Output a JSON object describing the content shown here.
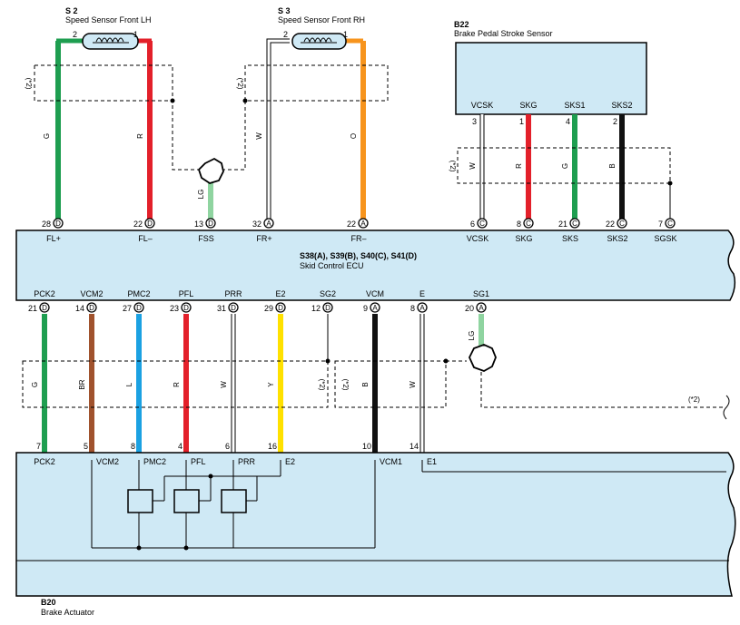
{
  "components": {
    "s2": {
      "id": "S 2",
      "name": "Speed Sensor Front LH",
      "pins": [
        "2",
        "1"
      ]
    },
    "s3": {
      "id": "S 3",
      "name": "Speed Sensor Front RH",
      "pins": [
        "2",
        "1"
      ]
    },
    "b22": {
      "id": "B22",
      "name": "Brake Pedal Stroke Sensor",
      "terminals": [
        "VCSK",
        "SKG",
        "SKS1",
        "SKS2"
      ],
      "pins": [
        "3",
        "1",
        "4",
        "2"
      ]
    },
    "ecu": {
      "id": "S38(A), S39(B), S40(C), S41(D)",
      "name": "Skid Control ECU"
    },
    "b20": {
      "id": "B20",
      "name": "Brake Actuator"
    }
  },
  "wire_colors": {
    "G": "#1e9e50",
    "R": "#e3202a",
    "W": "#ffffff",
    "O": "#f7941d",
    "B": "#111111",
    "LG": "#8fd4a0",
    "BR": "#a0522d",
    "L": "#1ba1e2",
    "Y": "#ffe100"
  },
  "ecu_top_terminals": [
    {
      "pin": "28",
      "conn": "D",
      "name": "FL+",
      "wire": "G"
    },
    {
      "pin": "22",
      "conn": "D",
      "name": "FL–",
      "wire": "R"
    },
    {
      "pin": "13",
      "conn": "D",
      "name": "FSS",
      "wire": "LG"
    },
    {
      "pin": "32",
      "conn": "A",
      "name": "FR+",
      "wire": "W"
    },
    {
      "pin": "22",
      "conn": "A",
      "name": "FR–",
      "wire": "O"
    },
    {
      "pin": "6",
      "conn": "C",
      "name": "VCSK",
      "wire": "W"
    },
    {
      "pin": "8",
      "conn": "C",
      "name": "SKG",
      "wire": "R"
    },
    {
      "pin": "21",
      "conn": "C",
      "name": "SKS",
      "wire": "G"
    },
    {
      "pin": "22",
      "conn": "C",
      "name": "SKS2",
      "wire": "B"
    },
    {
      "pin": "7",
      "conn": "C",
      "name": "SGSK",
      "wire": ""
    }
  ],
  "ecu_bottom_terminals": [
    {
      "pin": "21",
      "conn": "D",
      "name": "PCK2",
      "wire": "G"
    },
    {
      "pin": "14",
      "conn": "D",
      "name": "VCM2",
      "wire": "BR"
    },
    {
      "pin": "27",
      "conn": "D",
      "name": "PMC2",
      "wire": "L"
    },
    {
      "pin": "23",
      "conn": "D",
      "name": "PFL",
      "wire": "R"
    },
    {
      "pin": "31",
      "conn": "D",
      "name": "PRR",
      "wire": "W"
    },
    {
      "pin": "29",
      "conn": "D",
      "name": "E2",
      "wire": "Y"
    },
    {
      "pin": "12",
      "conn": "D",
      "name": "SG2",
      "wire": ""
    },
    {
      "pin": "9",
      "conn": "A",
      "name": "VCM",
      "wire": "B"
    },
    {
      "pin": "8",
      "conn": "A",
      "name": "E",
      "wire": "W"
    },
    {
      "pin": "20",
      "conn": "A",
      "name": "SG1",
      "wire": "LG"
    }
  ],
  "actuator_terminals": [
    {
      "pin": "7",
      "name": "PCK2"
    },
    {
      "pin": "5",
      "name": "VCM2"
    },
    {
      "pin": "8",
      "name": "PMC2"
    },
    {
      "pin": "4",
      "name": "PFL"
    },
    {
      "pin": "6",
      "name": "PRR"
    },
    {
      "pin": "16",
      "name": "E2"
    },
    {
      "pin": "10",
      "name": "VCM1"
    },
    {
      "pin": "14",
      "name": "E1"
    }
  ],
  "shield_note": "(*2)"
}
